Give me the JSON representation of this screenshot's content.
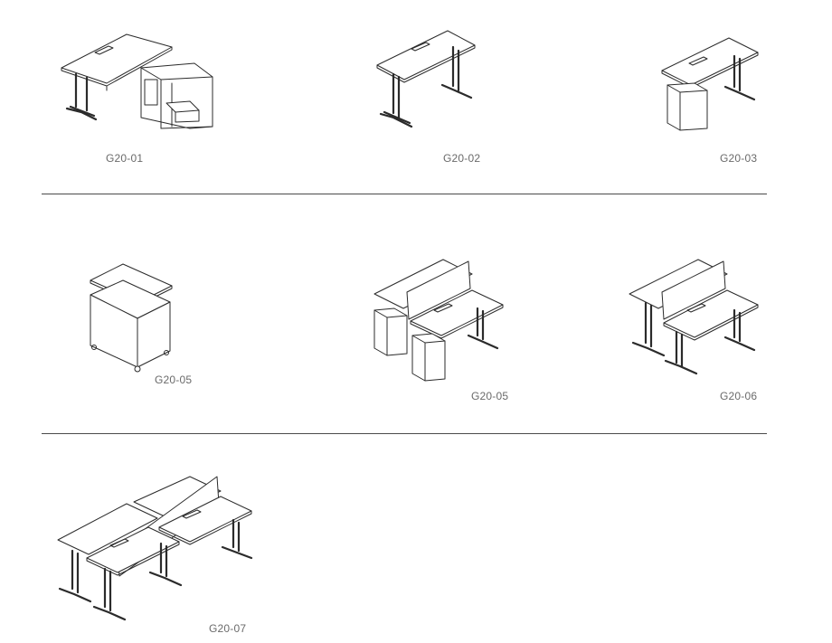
{
  "products": [
    {
      "code": "G20-01",
      "icon": "l-shaped-desk-with-cabinet-drawing"
    },
    {
      "code": "G20-02",
      "icon": "single-desk-drawing"
    },
    {
      "code": "G20-03",
      "icon": "desk-with-pedestal-drawing"
    },
    {
      "code": "G20-05",
      "icon": "mobile-cabinet-drawing"
    },
    {
      "code": "G20-05",
      "icon": "double-desk-with-pedestals-drawing"
    },
    {
      "code": "G20-06",
      "icon": "double-desk-with-screen-drawing"
    },
    {
      "code": "G20-07",
      "icon": "four-desk-cluster-drawing"
    }
  ]
}
